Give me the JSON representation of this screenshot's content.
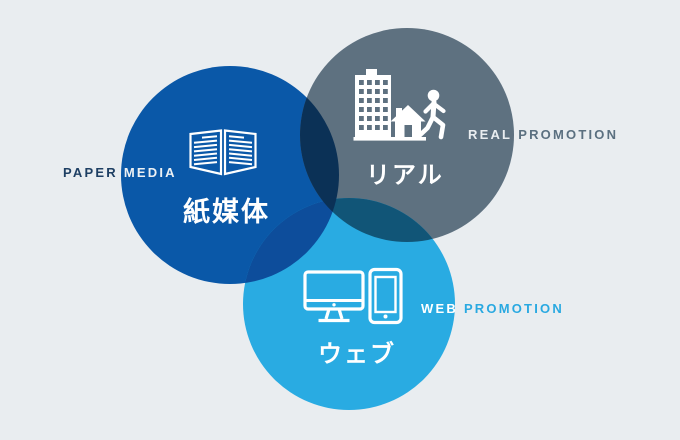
{
  "venn": {
    "paper": {
      "en_first": "PAPER",
      "en_second": "MEDIA",
      "jp": "紙媒体",
      "icon": "open-book-icon"
    },
    "real": {
      "en_first": "REAL",
      "en_second": "PROMOTION",
      "jp": "リアル",
      "icon": "building-house-pedestrian-icon"
    },
    "web": {
      "en_first": "WEB",
      "en_second": "PROMOTION",
      "jp": "ウェブ",
      "icon": "monitor-smartphone-icon"
    }
  },
  "colors": {
    "background": "#e9edf0",
    "paper_circle": "#0a58a8",
    "real_circle": "#5e7180",
    "web_circle": "#29abe2",
    "paper_real_overlap": "#0b3156",
    "paper_web_overlap": "#0d4d9b",
    "real_web_overlap": "#115577",
    "label_outside_paper": "#1e3f63",
    "label_outside_real": "#5b7080",
    "label_outside_web": "#29a9e1",
    "label_inside": "#edf1f4",
    "icon": "#ffffff"
  }
}
